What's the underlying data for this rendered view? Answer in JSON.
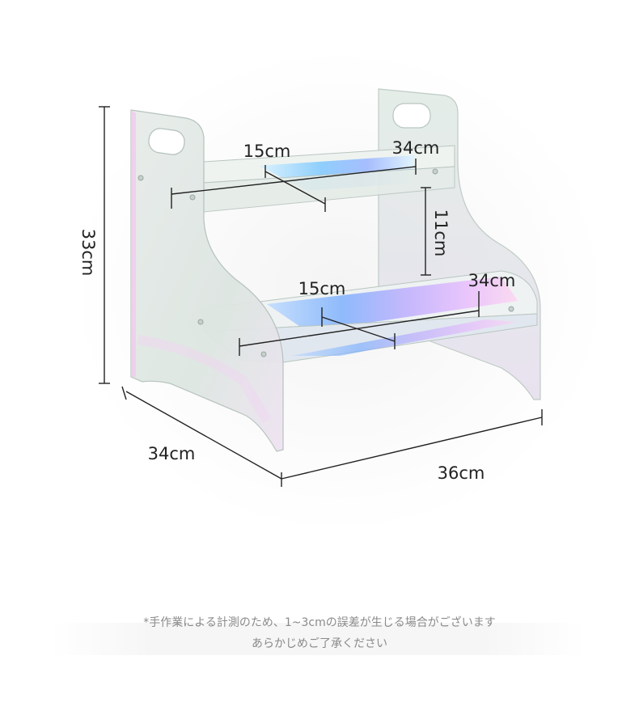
{
  "dimensions": {
    "height": "33cm",
    "depth": "34cm",
    "width": "36cm",
    "upper_step_depth": "15cm",
    "upper_step_width": "34cm",
    "step_gap": "11cm",
    "lower_step_depth": "15cm",
    "lower_step_width": "34cm"
  },
  "note": {
    "line1": "*手作業による計測のため、1~3cmの誤差が生じる場合がございます",
    "line2": "あらかじめご了承ください"
  }
}
